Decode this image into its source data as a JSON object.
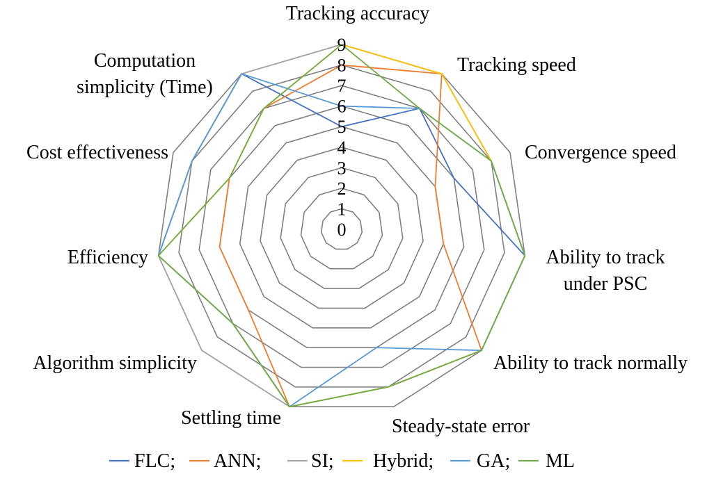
{
  "chart_data": {
    "type": "radar",
    "title": "",
    "axes": [
      "Tracking accuracy",
      "Tracking speed",
      "Convergence speed",
      "Ability to track under PSC",
      "Ability to track normally",
      "Steady-state error",
      "Settling time",
      "Algorithm simplicity",
      "Efficiency",
      "Cost effectiveness",
      "Computation simplicity (Time)"
    ],
    "rlim": [
      0,
      9
    ],
    "ticks": [
      "0",
      "1",
      "2",
      "3",
      "4",
      "5",
      "6",
      "7",
      "8",
      "9"
    ],
    "grid": true,
    "legend_position": "bottom",
    "series": [
      {
        "name": "FLC",
        "label": "FLC;",
        "color": "#4472C4",
        "values": [
          5,
          7,
          6,
          9,
          9,
          8,
          9,
          7,
          9,
          8,
          9
        ]
      },
      {
        "name": "ANN",
        "label": "ANN;",
        "color": "#ED7D31",
        "values": [
          8,
          9,
          5,
          5,
          9,
          8,
          9,
          6,
          6,
          6,
          7
        ]
      },
      {
        "name": "SI",
        "label": "SI;",
        "color": "#A5A5A5",
        "values": [
          9,
          9,
          8,
          9,
          9,
          8,
          9,
          9,
          9,
          8,
          9
        ]
      },
      {
        "name": "Hybrid",
        "label": "Hybrid;",
        "color": "#FFC000",
        "values": [
          9,
          9,
          8,
          9,
          9,
          8,
          9,
          7,
          9,
          6,
          7
        ]
      },
      {
        "name": "GA",
        "label": "GA;",
        "color": "#5B9BD5",
        "values": [
          6,
          7,
          8,
          9,
          9,
          6,
          9,
          7,
          9,
          8,
          9
        ]
      },
      {
        "name": "ML",
        "label": "ML",
        "color": "#70AD47",
        "values": [
          9,
          7,
          8,
          9,
          9,
          8,
          9,
          7,
          9,
          6,
          7
        ]
      }
    ]
  }
}
